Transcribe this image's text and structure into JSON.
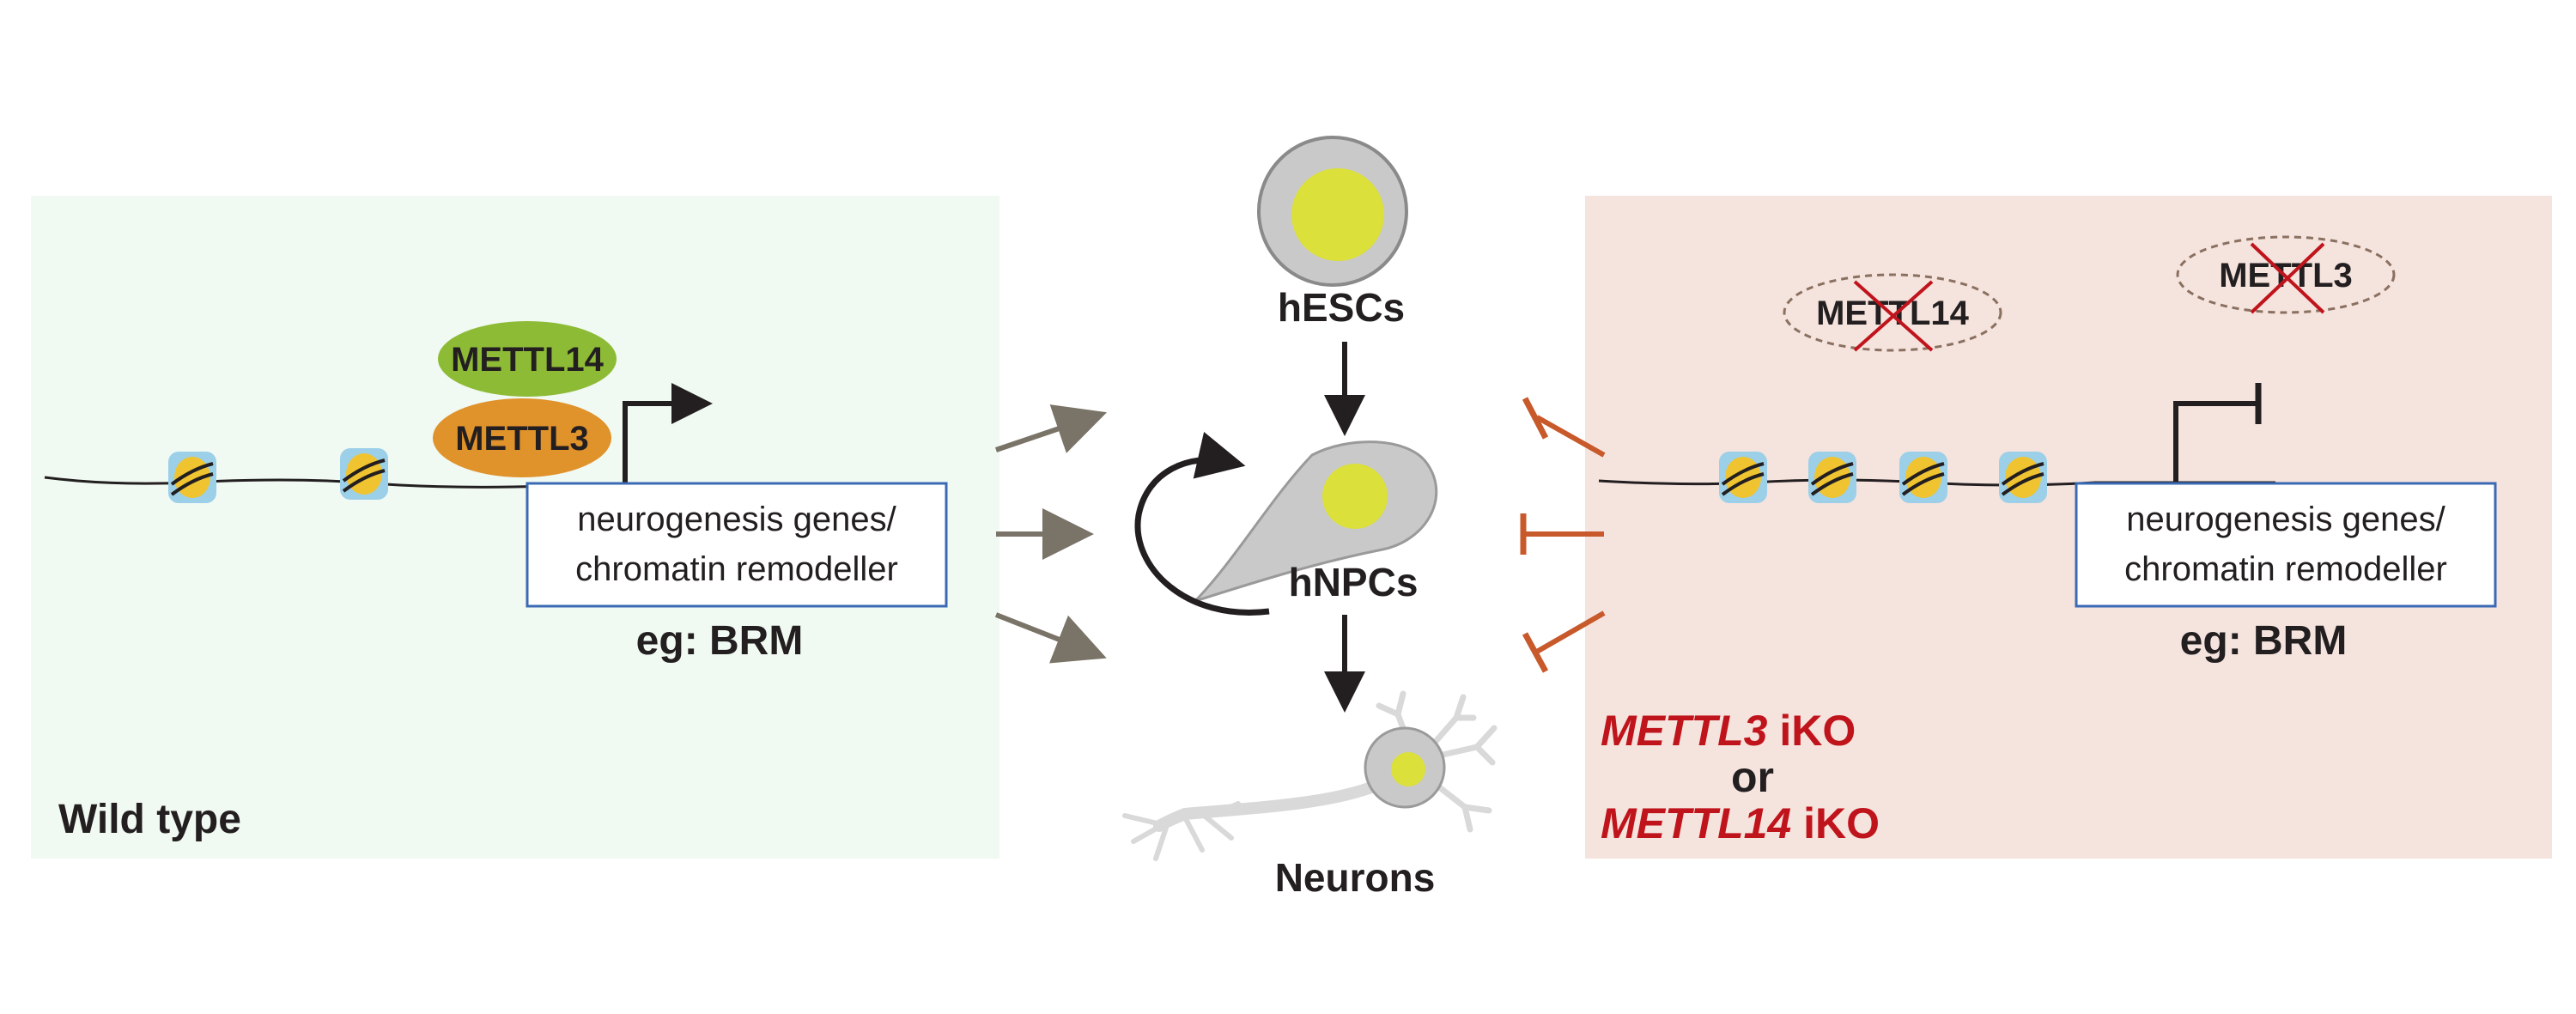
{
  "panels": {
    "left": {
      "label": "Wild type",
      "fill": "#f0f9f2"
    },
    "right": {
      "label_gene1": "METTL3",
      "label_suffix1": " iKO",
      "label_or": "or",
      "label_gene2": "METTL14",
      "label_suffix2": " iKO",
      "fill": "#f5e3dd"
    }
  },
  "left_complex": {
    "top_protein": {
      "label": "METTL14",
      "color": "#8dbb36"
    },
    "bottom_protein": {
      "label": "METTL3",
      "color": "#e0922b"
    }
  },
  "right_complex": {
    "protein_a": {
      "label": "METTL14"
    },
    "protein_b": {
      "label": "METTL3"
    }
  },
  "gene_box": {
    "line1": "neurogenesis genes/",
    "line2": "chromatin remodeller",
    "example": "eg: BRM",
    "border": "#3b6ab5"
  },
  "center": {
    "hescs": "hESCs",
    "hnpcs": "hNPCs",
    "neurons": "Neurons"
  },
  "colors": {
    "arrow_gray": "#7a7367",
    "inhibit_orange": "#c8592a",
    "nucleus_yellow": "#dbe03a",
    "cell_gray": "#c9c9c9",
    "knockout_red": "#c0141c"
  }
}
